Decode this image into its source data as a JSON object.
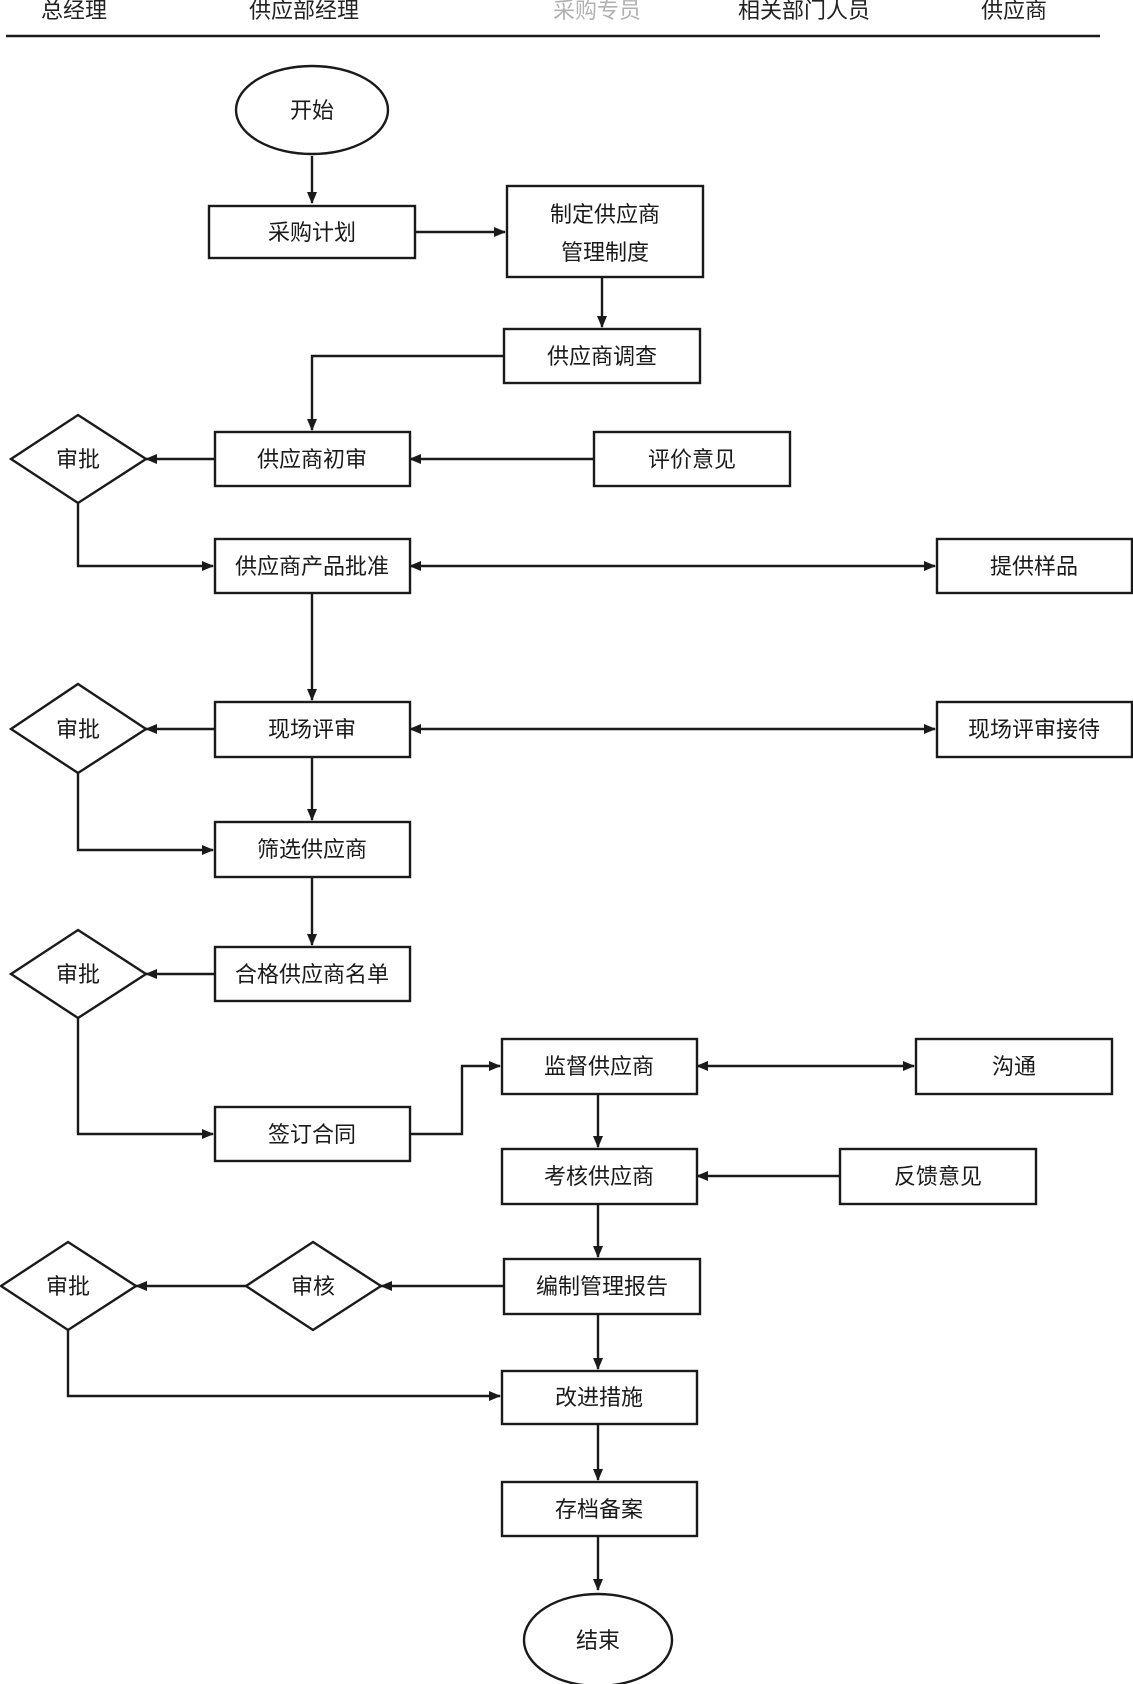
{
  "lanes": [
    "总经理",
    "供应部经理",
    "采购专员",
    "相关部门人员",
    "供应商"
  ],
  "nodes": {
    "start": "开始",
    "procurement_plan": "采购计划",
    "make_policy": [
      "制定供应商",
      "管理制度"
    ],
    "supplier_survey": "供应商调查",
    "evaluation_opinion": "评价意见",
    "approve_1": "审批",
    "initial_review": "供应商初审",
    "product_approval": "供应商产品批准",
    "provide_samples": "提供样品",
    "approve_2": "审批",
    "onsite_review": "现场评审",
    "onsite_reception": "现场评审接待",
    "screen_suppliers": "筛选供应商",
    "approve_3": "审批",
    "qualified_list": "合格供应商名单",
    "sign_contract": "签订合同",
    "supervise": "监督供应商",
    "communicate": "沟通",
    "assess": "考核供应商",
    "feedback": "反馈意见",
    "approve_4": "审批",
    "verify": "审核",
    "prepare_report": "编制管理报告",
    "improve": "改进措施",
    "archive": "存档备案",
    "end": "结束"
  }
}
